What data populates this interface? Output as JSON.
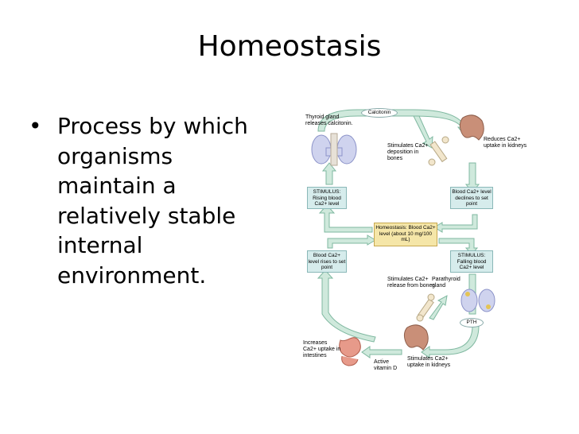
{
  "slide": {
    "title": "Homeostasis",
    "bullet_marker": "•",
    "bullet_text": "Process by which organisms maintain a relatively stable internal environment."
  },
  "diagram": {
    "thyroid_label": "Thyroid gland releases calcitonin.",
    "calcitonin": "Calcitonin",
    "reduces_label": "Reduces Ca2+ uptake in kidneys",
    "stimulates_deposition": "Stimulates Ca2+ deposition in bones",
    "stimulus_rising": "STIMULUS: Rising blood Ca2+ level",
    "declines": "Blood Ca2+ level declines to set point",
    "homeostasis_box": "Homeostasis: Blood Ca2+ level (about 10 mg/100 mL)",
    "rises": "Blood Ca2+ level rises to set point",
    "stimulus_falling": "STIMULUS: Falling blood Ca2+ level",
    "stimulates_release": "Stimulates Ca2+ release from bones",
    "parathyroid": "Parathyroid gland",
    "pth": "PTH",
    "increases_intestines": "Increases Ca2+ uptake in intestines",
    "active_vitamin_d": "Active vitamin D",
    "stimulates_kidneys": "Stimulates Ca2+ uptake in kidneys"
  },
  "colors": {
    "arrow_fill": "#cfe9dc",
    "arrow_stroke": "#7fb8a0",
    "stimulus_box": "#d6ecec",
    "homeostasis_box": "#f5e6a8"
  }
}
